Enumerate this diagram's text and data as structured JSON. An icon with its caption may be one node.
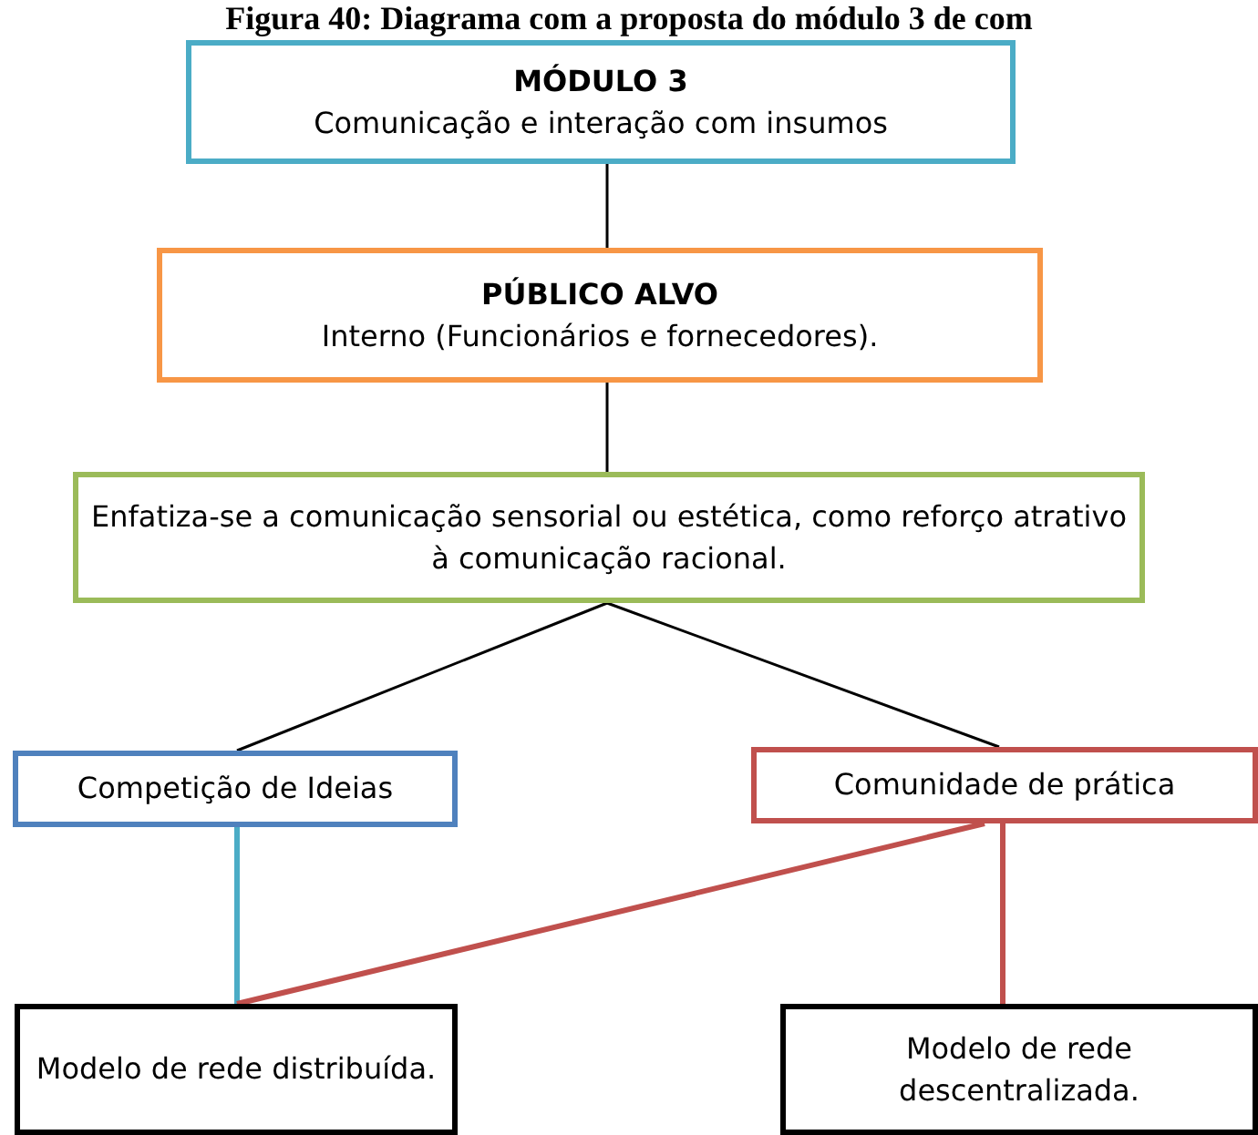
{
  "diagram": {
    "title": "Figura 40: Diagrama com a proposta do módulo 3 de com",
    "nodes": [
      {
        "text": [
          "MÓDULO 3",
          "Comunicação e interação com insumos"
        ]
      },
      {
        "text": [
          "PÚBLICO ALVO",
          "Interno (Funcionários e fornecedores)."
        ]
      },
      {
        "text": [
          "Enfatiza-se a comunicação sensorial ou estética, como reforço atrativo à comunicação racional."
        ]
      },
      {
        "text": [
          "Competição de Ideias"
        ]
      },
      {
        "text": [
          "Comunidade de prática"
        ]
      },
      {
        "text": [
          "Modelo de rede distribuída."
        ]
      },
      {
        "text": [
          "Modelo de rede descentralizada."
        ]
      }
    ],
    "edges": [
      {
        "from": 0,
        "to": 1,
        "arrow": "none"
      },
      {
        "from": 1,
        "to": 2,
        "arrow": "none"
      },
      {
        "from": 2,
        "to": 3,
        "arrow": "none"
      },
      {
        "from": 2,
        "to": 4,
        "arrow": "none"
      },
      {
        "from": 3,
        "to": 5,
        "arrow": "none",
        "style": "thick",
        "color": "#4bacc6"
      },
      {
        "from": 4,
        "to": 5,
        "arrow": "none",
        "style": "thick",
        "color": "#c0504d"
      },
      {
        "from": 4,
        "to": 6,
        "arrow": "none",
        "style": "thick",
        "color": "#c0504d"
      }
    ]
  }
}
